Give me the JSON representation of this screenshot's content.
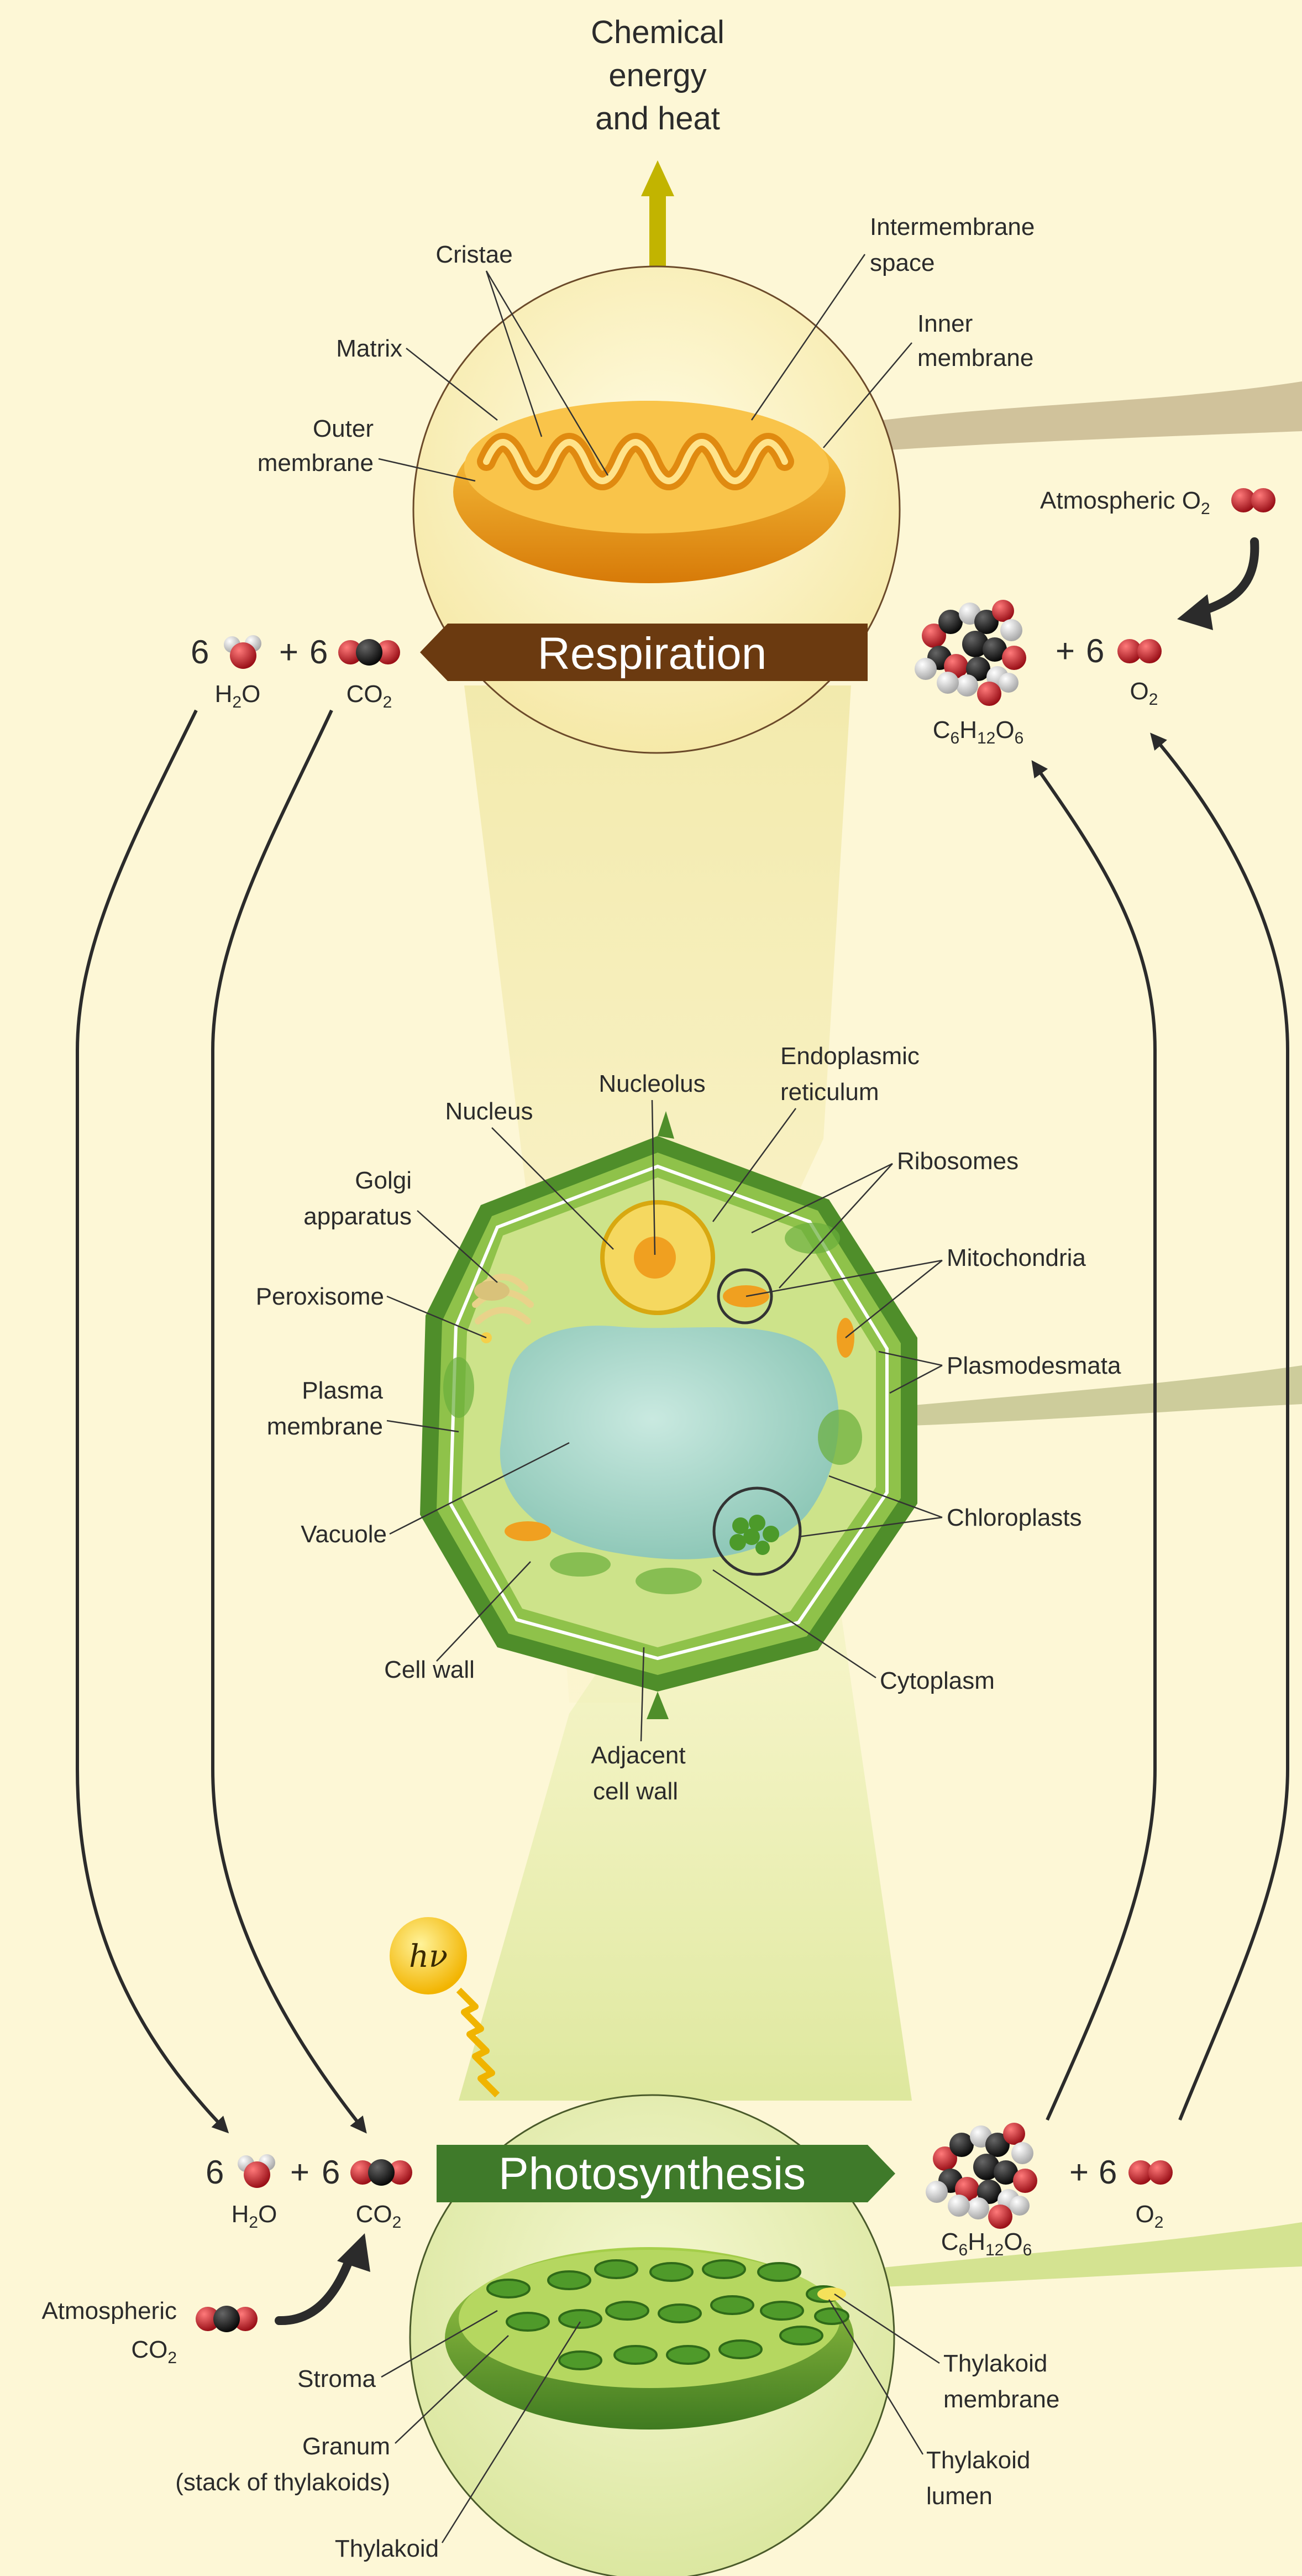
{
  "top_label": [
    "Chemical",
    "energy",
    "and heat"
  ],
  "respiration": {
    "title": "Respiration",
    "labels": {
      "cristae": "Cristae",
      "matrix": "Matrix",
      "outer_membrane": [
        "Outer",
        "membrane"
      ],
      "intermembrane_space": [
        "Intermembrane",
        "space"
      ],
      "inner_membrane": [
        "Inner",
        "membrane"
      ],
      "atmospheric_o2": "Atmospheric O",
      "atmospheric_o2_sub": "2"
    },
    "reactants": {
      "coef1": "6",
      "plus": "+",
      "coef2": "6",
      "h2o": "H",
      "h2o_sub": "2",
      "h2o_end": "O",
      "co2": "CO",
      "co2_sub": "2"
    },
    "products": {
      "glucose": "C",
      "g_sub1": "6",
      "g_mid1": "H",
      "g_sub2": "12",
      "g_mid2": "O",
      "g_sub3": "6",
      "plus": "+",
      "coef": "6",
      "o2": "O",
      "o2_sub": "2"
    }
  },
  "cell": {
    "labels": {
      "nucleolus": "Nucleolus",
      "nucleus": "Nucleus",
      "er": [
        "Endoplasmic",
        "reticulum"
      ],
      "golgi": [
        "Golgi",
        "apparatus"
      ],
      "ribosomes": "Ribosomes",
      "mitochondria": "Mitochondria",
      "peroxisome": "Peroxisome",
      "plasmodesmata": "Plasmodesmata",
      "plasma_membrane": [
        "Plasma",
        "membrane"
      ],
      "vacuole": "Vacuole",
      "chloroplasts": "Chloroplasts",
      "cell_wall": "Cell wall",
      "cytoplasm": "Cytoplasm",
      "adjacent_cell_wall": [
        "Adjacent",
        "cell wall"
      ]
    }
  },
  "photosynthesis": {
    "title": "Photosynthesis",
    "light": "hν",
    "reactants": {
      "coef1": "6",
      "plus": "+",
      "coef2": "6",
      "h2o": "H",
      "h2o_sub": "2",
      "h2o_end": "O",
      "co2": "CO",
      "co2_sub": "2"
    },
    "products": {
      "glucose": "C",
      "g_sub1": "6",
      "g_mid1": "H",
      "g_sub2": "12",
      "g_mid2": "O",
      "g_sub3": "6",
      "plus": "+",
      "coef": "6",
      "o2": "O",
      "o2_sub": "2"
    },
    "labels": {
      "atmospheric_co2": [
        "Atmospheric",
        "CO"
      ],
      "atmospheric_co2_sub": "2",
      "stroma": "Stroma",
      "granum": [
        "Granum",
        "(stack of thylakoids)"
      ],
      "thylakoid": "Thylakoid",
      "thylakoid_membrane": [
        "Thylakoid",
        "membrane"
      ],
      "thylakoid_lumen": [
        "Thylakoid",
        "lumen"
      ]
    }
  },
  "colors": {
    "background": "#fdf7d6",
    "respiration_banner": "#6b3a10",
    "photosynthesis_banner": "#3f7a2a",
    "mitochondrion": "#f0a020",
    "chloroplast": "#6aa632",
    "oxygen_atom": "#c0202a",
    "carbon_atom": "#1a1a1a",
    "hydrogen_atom": "#e8e8e8"
  }
}
